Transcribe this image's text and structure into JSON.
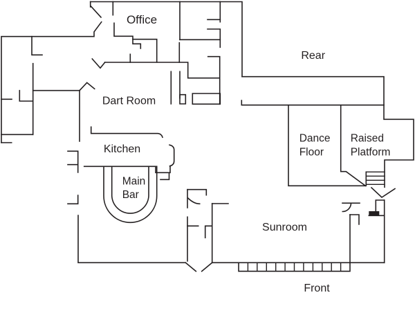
{
  "colors": {
    "line": "#231f20",
    "background": "#ffffff"
  },
  "labels": {
    "office": "Office",
    "rear": "Rear",
    "dart_room": "Dart Room",
    "kitchen": "Kitchen",
    "main_bar_line1": "Main",
    "main_bar_line2": "Bar",
    "dance_floor_line1": "Dance",
    "dance_floor_line2": "Floor",
    "raised_platform_line1": "Raised",
    "raised_platform_line2": "Platform",
    "sunroom": "Sunroom",
    "front": "Front"
  }
}
